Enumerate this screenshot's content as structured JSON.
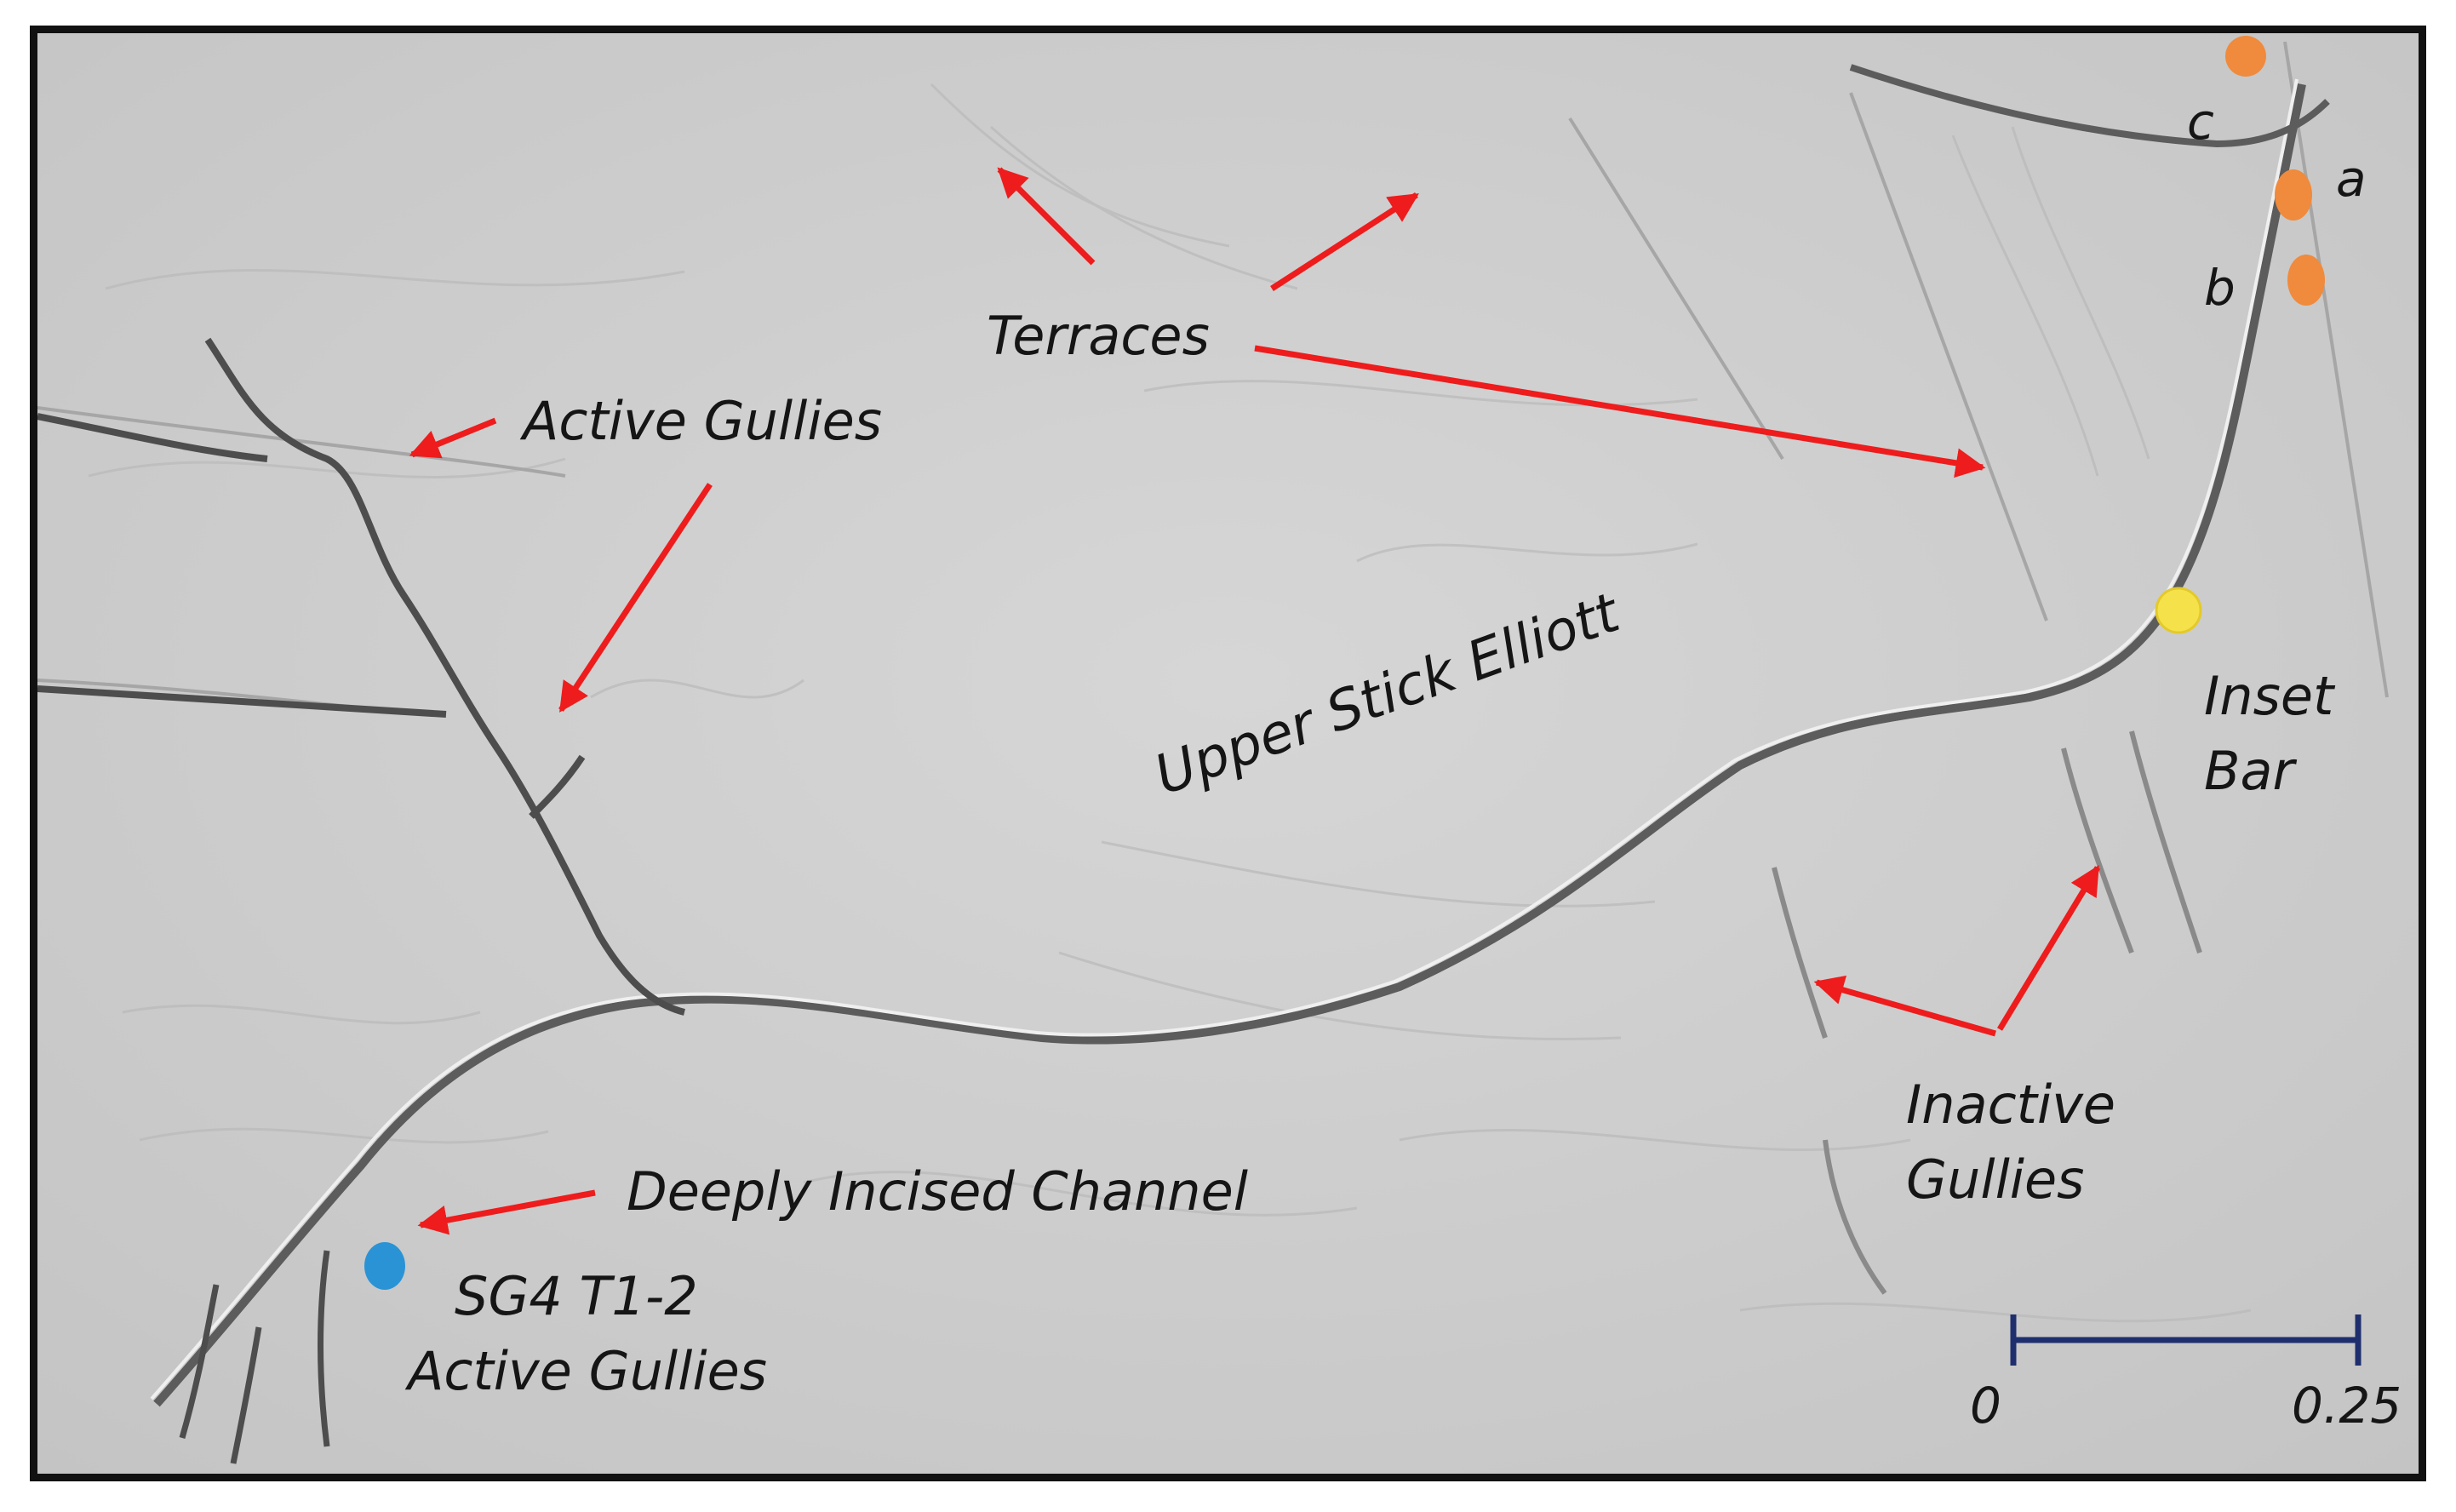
{
  "map_title": "Upper Stick Elliott",
  "labels": {
    "terraces": "Terraces",
    "active_gullies_top": "Active Gullies",
    "inset_bar_line1": "Inset",
    "inset_bar_line2": "Bar",
    "inactive_gullies_line1": "Inactive",
    "inactive_gullies_line2": "Gullies",
    "deeply_incised_channel": "Deeply Incised Channel",
    "sg4_line1": "SG4 T1-2",
    "sg4_line2": "Active Gullies"
  },
  "site_letters": [
    "a",
    "b",
    "c"
  ],
  "scale_bar": {
    "start": "0",
    "end": "0.25"
  },
  "colors": {
    "arrow": "#ee1c1c",
    "site_orange": "#f08a3c",
    "site_yellow": "#f5e24a",
    "site_blue": "#2a93d5",
    "scale_bar": "#1f2f6e",
    "hillshade": "#cfcfcf"
  }
}
